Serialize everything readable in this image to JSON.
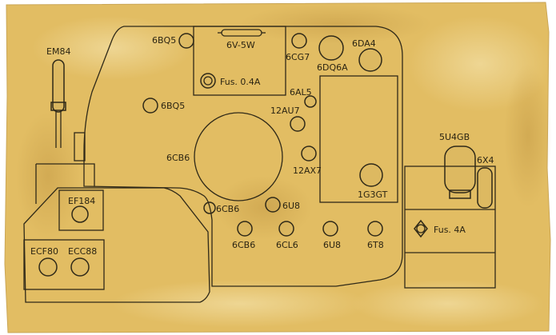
{
  "labels": {
    "em84": "EM84",
    "bq5_top": "6BQ5",
    "lamp": "6V-5W",
    "cg7": "6CG7",
    "dq6a": "6DQ6A",
    "da4": "6DA4",
    "fuse_small": "Fus. 0.4A",
    "al5": "6AL5",
    "bq5_left": "6BQ5",
    "au7": "12AU7",
    "cb6_a": "6CB6",
    "ax7": "12AX7",
    "g3gt": "1G3GT",
    "u4gb": "5U4GB",
    "x4": "6X4",
    "ef184": "EF184",
    "cb6_b": "6CB6",
    "u8_a": "6U8",
    "cb6_c": "6CB6",
    "cl6": "6CL6",
    "u8_b": "6U8",
    "t8": "6T8",
    "fuse_big": "Fus. 4A",
    "ecf80": "ECF80",
    "ecc88": "ECC88"
  },
  "colors": {
    "paper": "#e2bd63",
    "paper_light": "#efd795",
    "paper_dark": "#c9a04a",
    "ink": "#2f2918"
  }
}
